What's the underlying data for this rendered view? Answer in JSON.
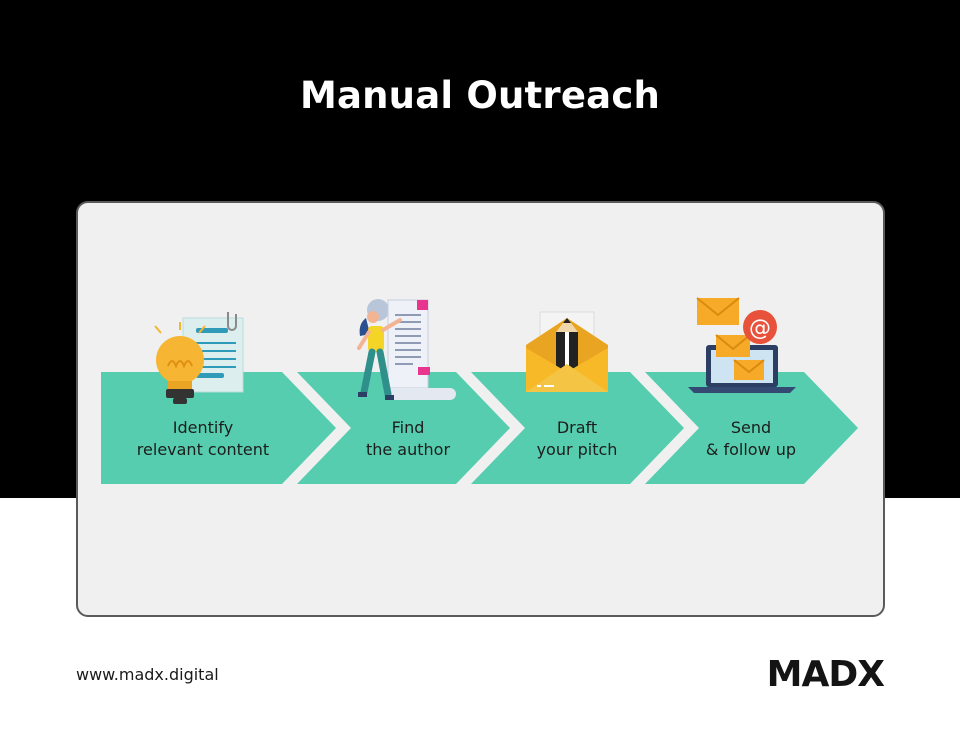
{
  "title": "Manual Outreach",
  "colors": {
    "arrow": "#55cdae",
    "band": "#000000",
    "card": "#f0f0f0",
    "bulb": "#f6b532",
    "envelope": "#f7b928",
    "email_red": "#e8523b",
    "doc_blue": "#2f9bb8"
  },
  "steps": [
    {
      "line1": "Identify",
      "line2": "relevant content",
      "icon": "lightbulb-document-icon"
    },
    {
      "line1": "Find",
      "line2": "the author",
      "icon": "person-document-icon"
    },
    {
      "line1": "Draft",
      "line2": "your pitch",
      "icon": "envelope-pencil-icon"
    },
    {
      "line1": "Send",
      "line2": "& follow up",
      "icon": "laptop-email-icon"
    }
  ],
  "footer": {
    "url": "www.madx.digital",
    "logo": "MADX"
  }
}
